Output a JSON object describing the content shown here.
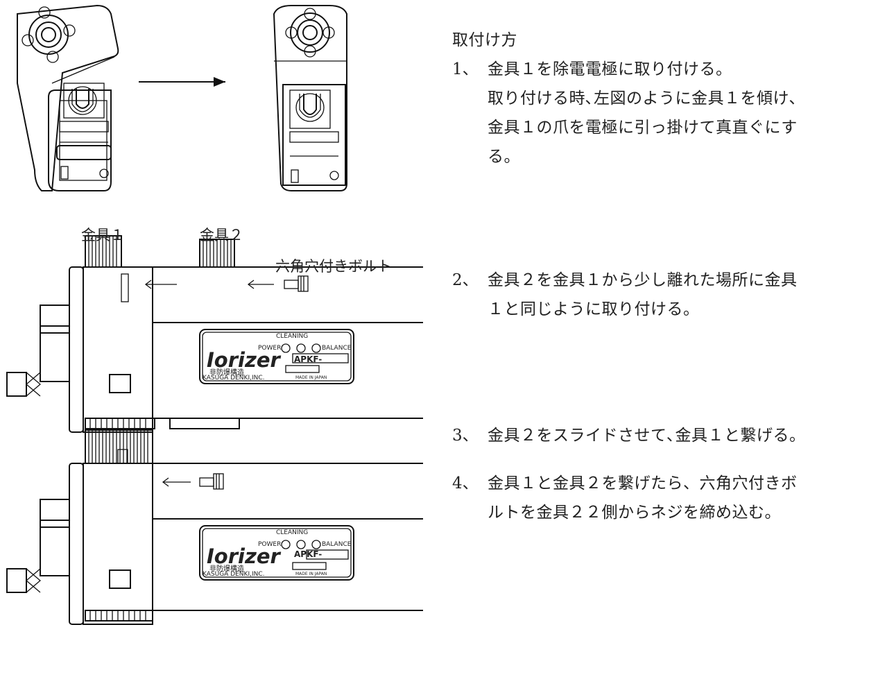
{
  "instructions": {
    "heading": "取付け方",
    "steps": [
      {
        "number": "1、",
        "lines": [
          "金具１を除電電極に取り付ける。",
          "取り付ける時､左図のように金具１を傾け､",
          "金具１の爪を電極に引っ掛けて真直ぐにす",
          "る。"
        ]
      },
      {
        "number": "2、",
        "lines": [
          "金具２を金具１から少し離れた場所に金具",
          "１と同じように取り付ける。"
        ]
      },
      {
        "number": "3、",
        "lines": [
          "金具２をスライドさせて､金具１と繋げる。"
        ]
      },
      {
        "number": "4、",
        "lines": [
          "金具１と金具２を繋げたら、六角穴付きボ",
          "ルトを金具２２側からネジを締め込む。"
        ]
      }
    ]
  },
  "figure_labels": {
    "bracket1": "金具１",
    "bracket2": "金具２",
    "bolt": "六角穴付きボルト"
  },
  "nameplate": {
    "cleaning": "CLEANING",
    "power": "POWER",
    "balance": "BALANCE",
    "brand": "Iorizer",
    "model": "APKF-",
    "non_explosion": "非防爆構造",
    "maker": "KASUGA DENKI,INC.",
    "origin": "MADE IN JAPAN"
  },
  "nameplate2": {
    "cleaning": "CLEANING",
    "power": "POWER",
    "balance": "BALANCE",
    "brand": "Iorizer",
    "model": "APKF-",
    "non_explosion": "非防爆構造",
    "maker": "KASUGA DENKI,INC.",
    "origin": "MADE IN JAPAN"
  }
}
